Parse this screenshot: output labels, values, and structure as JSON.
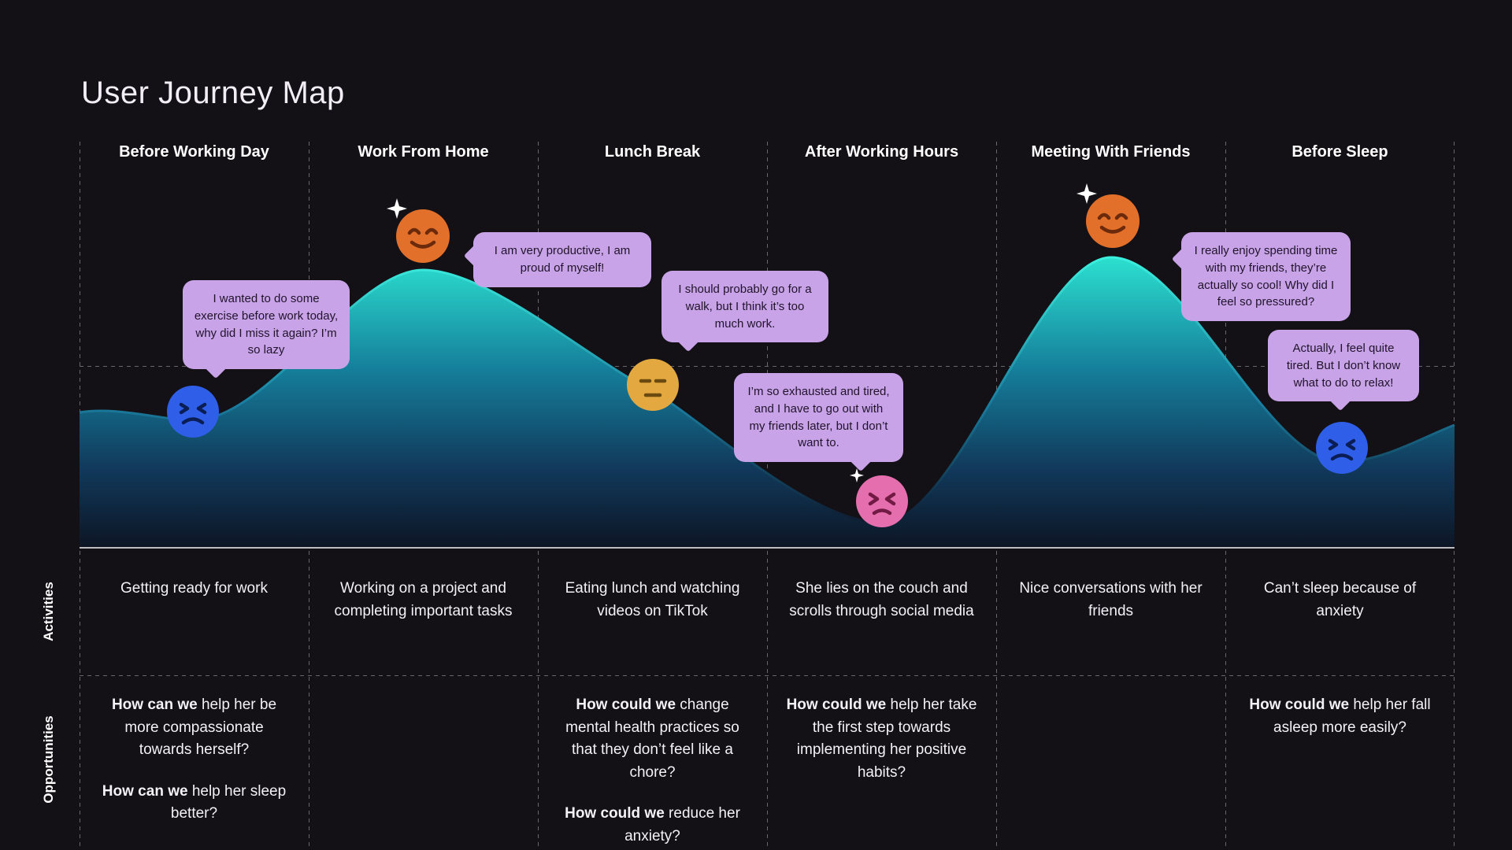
{
  "title": "User Journey Map",
  "side_labels": {
    "activities": "Activities",
    "opportunities": "Opportunities"
  },
  "colors": {
    "background": "#131016",
    "bubble": "#c9a3e8",
    "bubble_text": "#20142b",
    "curve_top": "#2ce0cf",
    "curve_mid": "#15809c",
    "curve_deep": "#113a5c",
    "curve_bottom": "#0c1524",
    "grid": "rgba(255,255,255,0.36)",
    "separator": "#e8e6ea"
  },
  "curve": {
    "type": "area",
    "mood_levels_by_column": [
      3,
      8,
      4,
      1,
      8,
      2.5
    ]
  },
  "columns": [
    {
      "title": "Before Working Day",
      "mood": "sad",
      "face_color": "#2f5fe8",
      "bubble": "I wanted to do some exercise before work today, why did I miss it again? I’m so lazy",
      "activity": "Getting ready for work",
      "opportunities": [
        {
          "bold": "How can we",
          "rest": " help her be more compassionate towards herself?"
        },
        {
          "bold": "How can we",
          "rest": " help her sleep better?"
        }
      ]
    },
    {
      "title": "Work From Home",
      "mood": "happy",
      "face_color": "#e2702a",
      "bubble": "I am very productive, I am proud of myself!",
      "activity": "Working on a project and completing important tasks",
      "opportunities": []
    },
    {
      "title": "Lunch Break",
      "mood": "neutral",
      "face_color": "#e3a83f",
      "bubble": "I should probably go for a walk, but I think it’s too much work.",
      "activity": "Eating lunch and watching videos on TikTok",
      "opportunities": [
        {
          "bold": "How could we",
          "rest": " change mental health practices so that they don’t feel like a chore?"
        },
        {
          "bold": "How could we",
          "rest": " reduce her anxiety?"
        }
      ]
    },
    {
      "title": "After Working Hours",
      "mood": "angry",
      "face_color": "#e56fae",
      "bubble": "I’m so exhausted and tired, and I have to go out with my friends later, but I don’t want to.",
      "activity": "She lies on the couch and scrolls through social media",
      "opportunities": [
        {
          "bold": "How could we",
          "rest": " help her take the first step towards implementing her positive habits?"
        }
      ]
    },
    {
      "title": "Meeting With Friends",
      "mood": "happy",
      "face_color": "#e2702a",
      "bubble": "I really enjoy spending time with my friends, they’re actually so cool! Why did I feel so pressured?",
      "activity": "Nice conversations with her friends",
      "opportunities": []
    },
    {
      "title": "Before Sleep",
      "mood": "sad",
      "face_color": "#2f5fe8",
      "bubble": "Actually, I feel quite tired. But I don’t know what to do to relax!",
      "activity": "Can’t sleep because of anxiety",
      "opportunities": [
        {
          "bold": "How could we",
          "rest": " help her fall asleep more easily?"
        }
      ]
    }
  ]
}
